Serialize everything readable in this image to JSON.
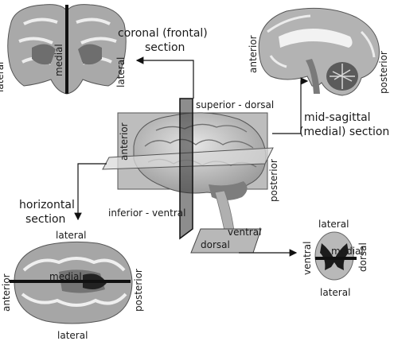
{
  "coronal": {
    "title_line1": "coronal (frontal)",
    "title_line2": "section",
    "lateral_left": "lateral",
    "medial": "medial",
    "lateral_right": "lateral"
  },
  "sagittal": {
    "title_line1": "mid-sagittal",
    "title_line2": "(medial) section",
    "anterior": "anterior",
    "posterior": "posterior"
  },
  "center": {
    "superior_dorsal": "superior - dorsal",
    "anterior": "anterior",
    "posterior": "posterior",
    "inferior_ventral": "inferior - ventral",
    "ventral": "ventral",
    "dorsal": "dorsal"
  },
  "horizontal": {
    "title_line1": "horizontal",
    "title_line2": "section",
    "lateral_top": "lateral",
    "medial": "medial",
    "anterior": "anterior",
    "posterior": "posterior",
    "lateral_bottom": "lateral"
  },
  "spinal": {
    "lateral_top": "lateral",
    "ventral": "ventral",
    "medial": "medial",
    "dorsal": "dorsal",
    "lateral_bottom": "lateral"
  }
}
